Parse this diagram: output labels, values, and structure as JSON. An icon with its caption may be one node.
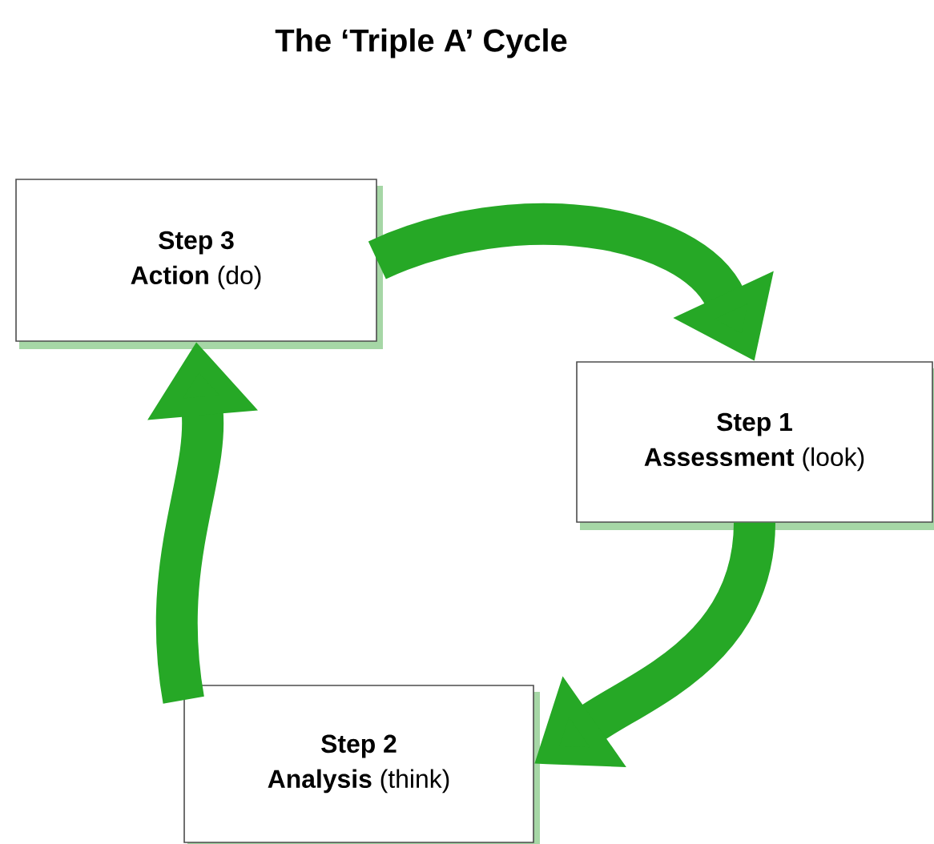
{
  "diagram": {
    "title": "The ‘Triple A’ Cycle",
    "nodes": [
      {
        "text": [
          "Step 3",
          "**Action** (do)"
        ]
      },
      {
        "text": [
          "Step 1",
          "**Assessment** (look)"
        ]
      },
      {
        "text": [
          "Step 2",
          "**Analysis** (think)"
        ]
      }
    ],
    "edges": [
      {
        "from": 0,
        "to": 1,
        "arrow": "to"
      },
      {
        "from": 1,
        "to": 2,
        "arrow": "to"
      },
      {
        "from": 2,
        "to": 0,
        "arrow": "to"
      }
    ]
  }
}
